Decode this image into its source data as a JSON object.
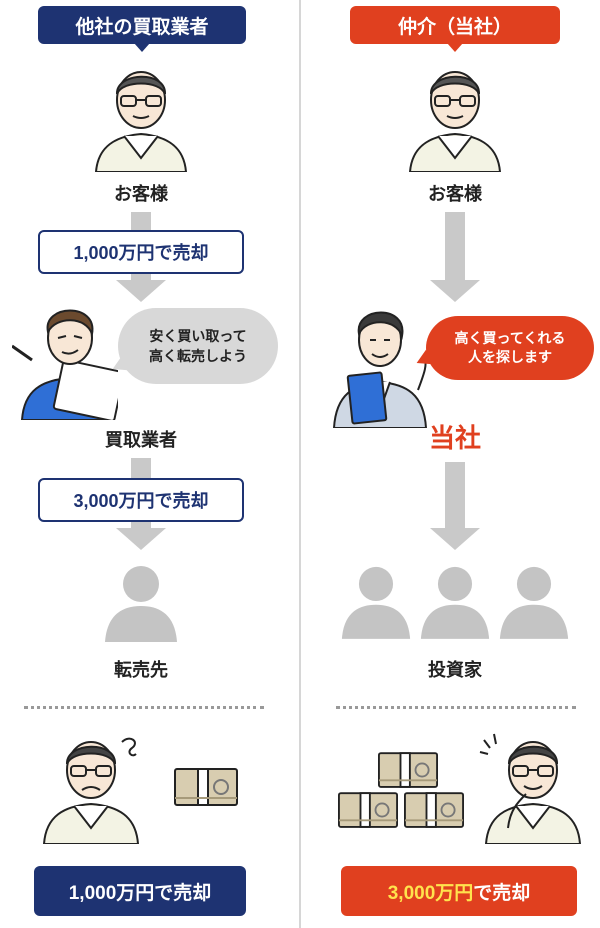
{
  "left": {
    "tag": "他社の買取業者",
    "customer_label": "お客様",
    "sale1": "1,000万円で売却",
    "bubble_line1": "安く買い取って",
    "bubble_line2": "高く転売しよう",
    "buyer_label": "買取業者",
    "sale2": "3,000万円で売却",
    "resale_label": "転売先",
    "result": "1,000万円で売却"
  },
  "right": {
    "tag": "仲介（当社）",
    "customer_label": "お客様",
    "bubble_line1": "高く買ってくれる",
    "bubble_line2": "人を探します",
    "agent_label": "当社",
    "investor_label": "投資家",
    "result_amount": "3,000万円",
    "result_suffix": "で売却"
  },
  "colors": {
    "navy": "#1e3372",
    "red": "#e0401f",
    "arrow_gray": "#c9c9c9",
    "silhouette_gray": "#c4c4c4",
    "highlight_yellow": "#ffe34d"
  }
}
